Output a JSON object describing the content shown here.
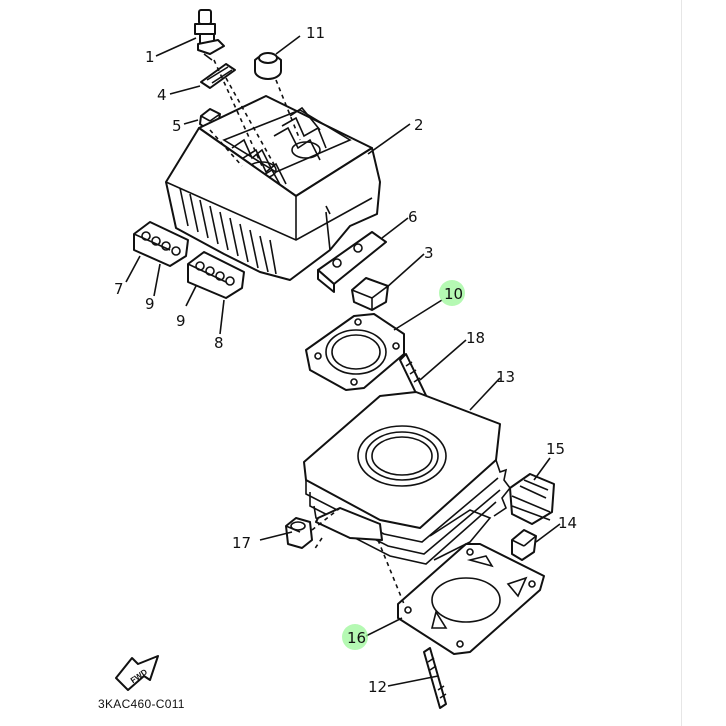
{
  "callouts": {
    "c1": "1",
    "c2": "2",
    "c3": "3",
    "c4": "4",
    "c5": "5",
    "c6": "6",
    "c7": "7",
    "c8": "8",
    "c9a": "9",
    "c9b": "9",
    "c10": "10",
    "c11": "11",
    "c12": "12",
    "c13": "13",
    "c14": "14",
    "c15": "15",
    "c16": "16",
    "c17": "17",
    "c18": "18"
  },
  "highlighted_callouts": [
    "10",
    "16"
  ],
  "highlight_color": "#9cf79a",
  "fwd_badge": "FWD",
  "diagram_code": "3KAC460-C011"
}
